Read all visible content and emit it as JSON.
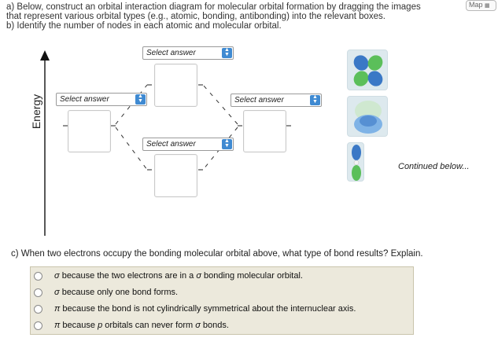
{
  "instructions": {
    "line_a1": "a) Below, construct an orbital interaction diagram for molecular orbital formation by dragging the images",
    "line_a2": "that represent various orbital types (e.g., atomic, bonding, antibonding) into the relevant boxes.",
    "line_b": "b) Identify the number of nodes in each atomic and molecular orbital."
  },
  "map_button": {
    "label": "Map"
  },
  "diagram": {
    "axis_label": "Energy",
    "select_placeholder": "Select answer",
    "selects": {
      "top_center": "Select answer",
      "left": "Select answer",
      "right": "Select answer",
      "bottom_center": "Select answer"
    },
    "continued_text": "Continued below...",
    "draggable_images": [
      "p-pi-antibonding-orbital-image",
      "s-sigma-bonding-orbital-image",
      "p-sigma-antibonding-orbital-image"
    ]
  },
  "question_c": {
    "prompt": "c) When two electrons occupy the bonding molecular orbital above, what type of bond results? Explain.",
    "options": [
      {
        "symbol": "σ",
        "text": " because the two electrons are in a ",
        "symbol2": "σ",
        "text2": " bonding molecular orbital."
      },
      {
        "symbol": "σ",
        "text": " because only one bond forms.",
        "symbol2": "",
        "text2": ""
      },
      {
        "symbol": "π",
        "text": " because the bond is not cylindrically symmetrical about the internuclear axis.",
        "symbol2": "",
        "text2": ""
      },
      {
        "symbol": "π",
        "text": " because ",
        "symbol2": "p",
        "text2": " orbitals can never form ",
        "symbol3": "σ",
        "text3": " bonds."
      }
    ],
    "selected_index": null
  },
  "colors": {
    "select_arrow_bg": "#3f8ad2",
    "answers_bg": "#ece9dc",
    "orbital_blue": "#3a78c6",
    "orbital_green": "#5bbf5a"
  }
}
